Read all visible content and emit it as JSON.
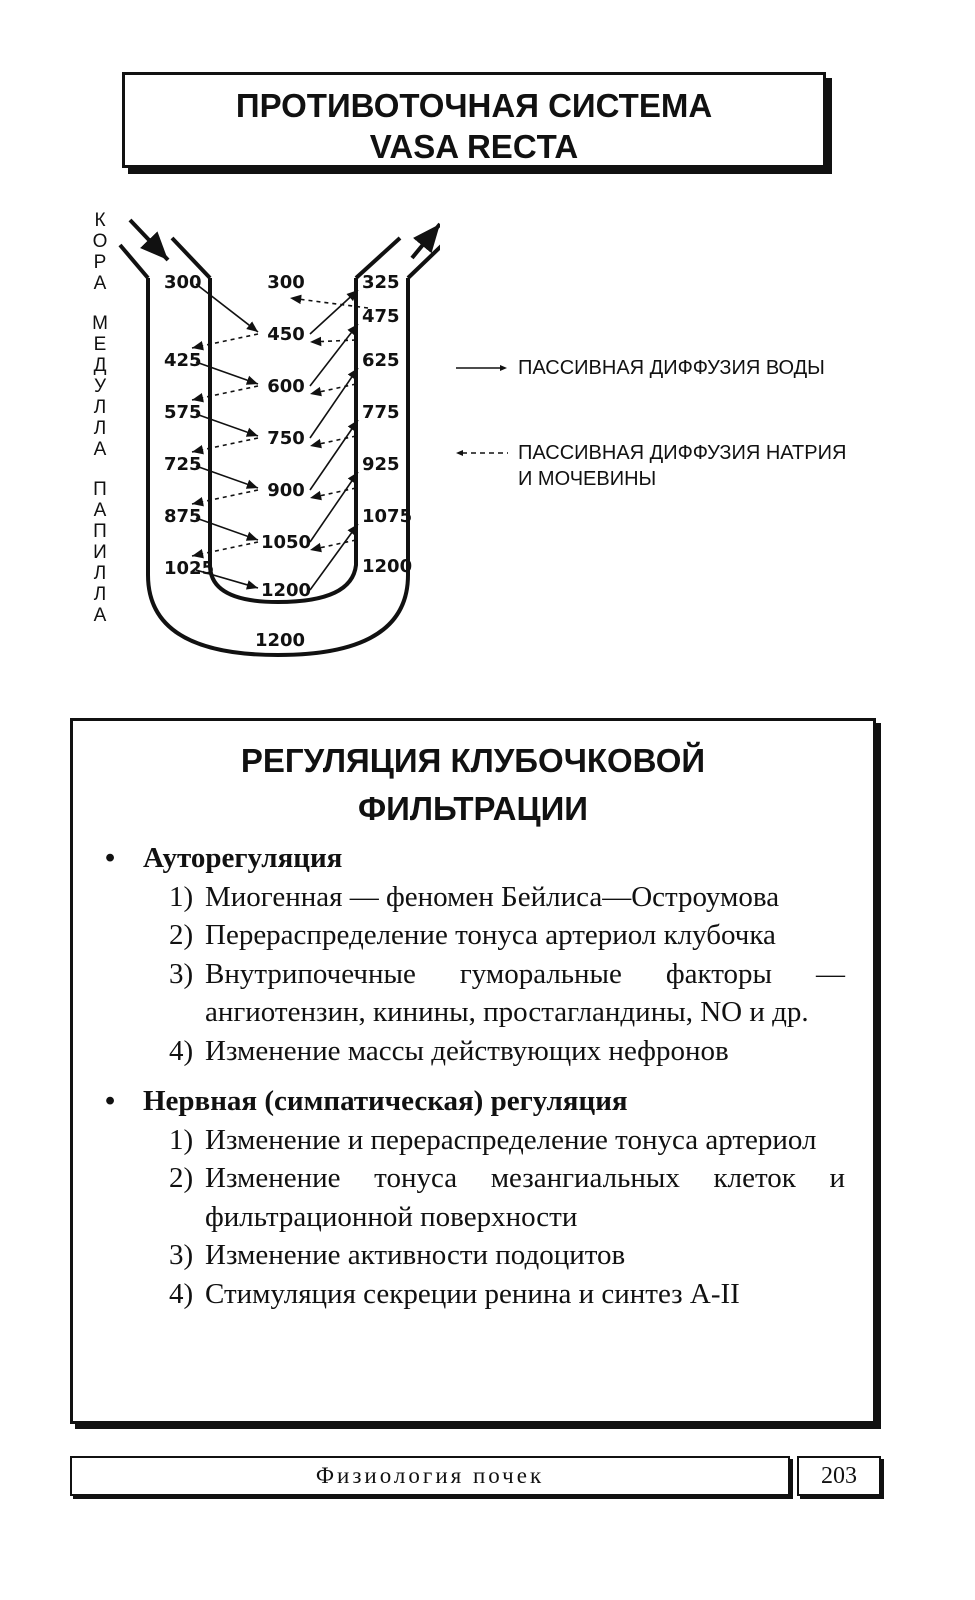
{
  "header": {
    "line1": "ПРОТИВОТОЧНАЯ СИСТЕМА",
    "line2": "VASA RECTA"
  },
  "side_label": {
    "cortex": "КОРА",
    "medulla": "МЕДУЛЛА",
    "papilla": "ПАПИЛЛА"
  },
  "diagram": {
    "left_values": [
      "300",
      "425",
      "575",
      "725",
      "875",
      "1025"
    ],
    "center_values": [
      "300",
      "450",
      "600",
      "750",
      "900",
      "1050",
      "1200"
    ],
    "right_values": [
      "325",
      "475",
      "625",
      "775",
      "925",
      "1075",
      "1200"
    ],
    "bottom_value": "1200"
  },
  "legend": {
    "water": "ПАССИВНАЯ ДИФФУЗИЯ ВОДЫ",
    "sodium_line1": "ПАССИВНАЯ ДИФФУЗИЯ НАТРИЯ",
    "sodium_line2": "И МОЧЕВИНЫ"
  },
  "regulation": {
    "title_line1": "РЕГУЛЯЦИЯ КЛУБОЧКОВОЙ",
    "title_line2": "ФИЛЬТРАЦИИ",
    "bullet": "•",
    "sections": [
      {
        "heading": "Ауторегуляция",
        "items": [
          {
            "num": "1)",
            "text": "Миогенная — феномен Бейлиса—Остроумова"
          },
          {
            "num": "2)",
            "text": "Перераспределение тонуса артериол клубочка"
          },
          {
            "num": "3)",
            "text": "Внутрипочечные гуморальные факторы — ангиотензин, кинины, простагландины, NO и др."
          },
          {
            "num": "4)",
            "text": "Изменение массы действующих нефронов"
          }
        ]
      },
      {
        "heading": "Нервная (симпатическая) регуляция",
        "items": [
          {
            "num": "1)",
            "text": "Изменение и перераспределение тонуса артериол"
          },
          {
            "num": "2)",
            "text": "Изменение тонуса мезангиальных клеток и фильтрационной поверхности"
          },
          {
            "num": "3)",
            "text": "Изменение активности подоцитов"
          },
          {
            "num": "4)",
            "text": "Стимуляция секреции ренина и синтез А-II"
          }
        ]
      }
    ]
  },
  "footer": {
    "section": "Физиология почек",
    "page": "203"
  }
}
